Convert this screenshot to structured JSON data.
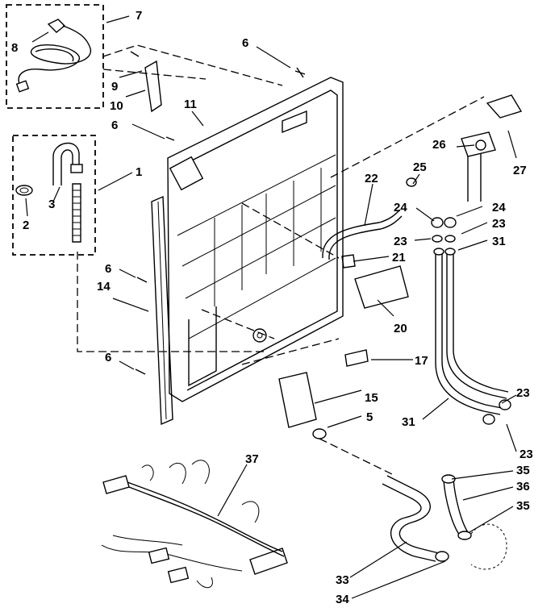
{
  "part_labels": {
    "p1": "1",
    "p2": "2",
    "p3": "3",
    "p5": "5",
    "p6a": "6",
    "p6b": "6",
    "p6c": "6",
    "p6d": "6",
    "p7": "7",
    "p8": "8",
    "p9": "9",
    "p10": "10",
    "p11": "11",
    "p14": "14",
    "p15": "15",
    "p17": "17",
    "p20": "20",
    "p21": "21",
    "p22": "22",
    "p23a": "23",
    "p23b": "23",
    "p23c": "23",
    "p23d": "23",
    "p24a": "24",
    "p24b": "24",
    "p25": "25",
    "p26": "26",
    "p27": "27",
    "p31a": "31",
    "p31b": "31",
    "p33": "33",
    "p34": "34",
    "p35a": "35",
    "p35b": "35",
    "p36": "36",
    "p37": "37"
  }
}
